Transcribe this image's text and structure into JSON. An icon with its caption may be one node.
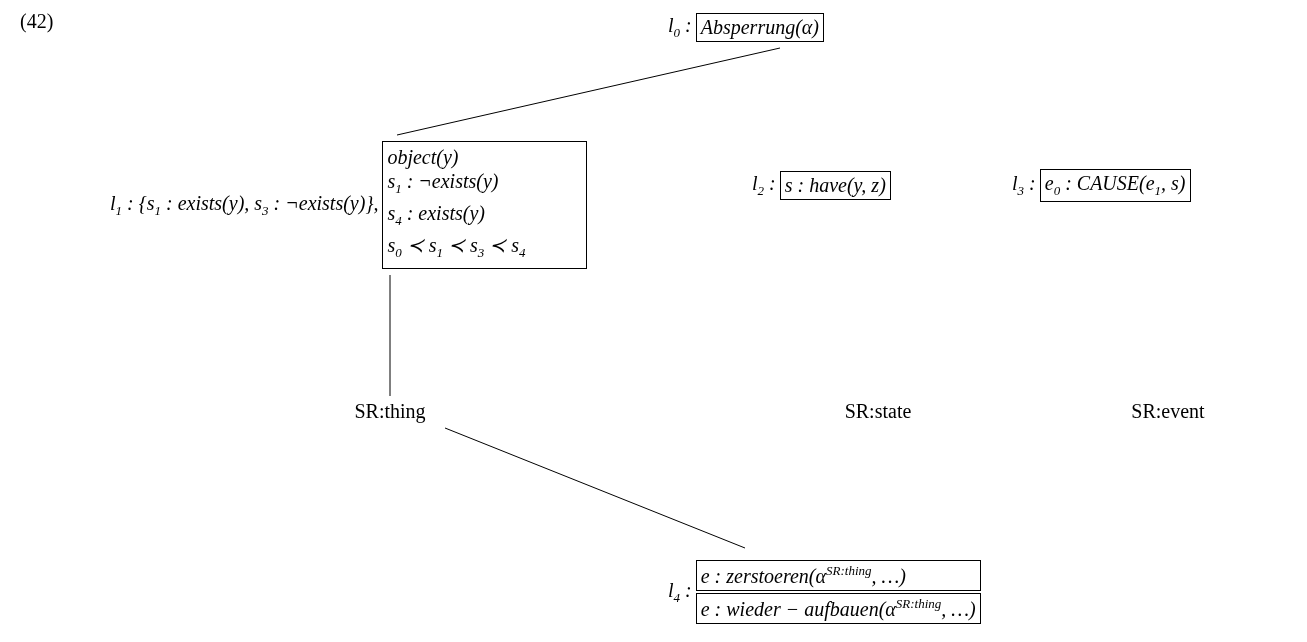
{
  "diagram": {
    "nodes": [
      {
        "text": [
          "l$_{0}$ :",
          "Absperrung(α)"
        ]
      },
      {
        "text": [
          "l$_{1}$ : {s$_{1}$ : exists(y), s$_{3}$ : ¬exists(y)},",
          "object(y)",
          "s$_{1}$ : ¬exists(y)",
          "s$_{4}$ : exists(y)",
          "s$_{0}$ ≺ s$_{1}$ ≺ s$_{3}$ ≺ s$_{4}$"
        ]
      },
      {
        "text": [
          "l$_{2}$ :",
          "s : have(y, z)"
        ]
      },
      {
        "text": [
          "l$_{3}$ :",
          "e$_{0}$ : CAUSE(e$_{1}$, s)"
        ]
      },
      {
        "text": [
          "SR:thing"
        ]
      },
      {
        "text": [
          "SR:state"
        ]
      },
      {
        "text": [
          "SR:event"
        ]
      },
      {
        "text": [
          "l$_{4}$ :",
          "e : zerstoeren(α$^{SR:thing}$, …)",
          "e : wieder − aufbauen(α$^{SR:thing}$, …)"
        ]
      }
    ],
    "edges": [
      {
        "from": 0,
        "to": 1,
        "arrow": "none"
      },
      {
        "from": 1,
        "to": 4,
        "arrow": "none"
      },
      {
        "from": 4,
        "to": 7,
        "arrow": "none"
      }
    ],
    "labels": [
      "(42)"
    ]
  }
}
